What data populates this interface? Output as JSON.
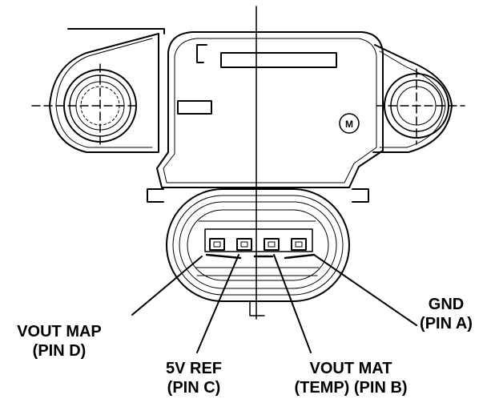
{
  "colors": {
    "ink": "#000000",
    "paper": "#ffffff"
  },
  "labels": {
    "vout_map": {
      "name": "VOUT MAP",
      "pin": "(PIN D)"
    },
    "ref_5v": {
      "name": "5V REF",
      "pin": "(PIN C)"
    },
    "vout_mat": {
      "name": "VOUT MAT",
      "pin": "(TEMP) (PIN B)"
    },
    "gnd": {
      "name": "GND",
      "pin": "(PIN A)"
    }
  },
  "icons": [
    "sensor-body",
    "mounting-ear-left",
    "mounting-ear-right",
    "connector-plug",
    "pin-terminals"
  ]
}
